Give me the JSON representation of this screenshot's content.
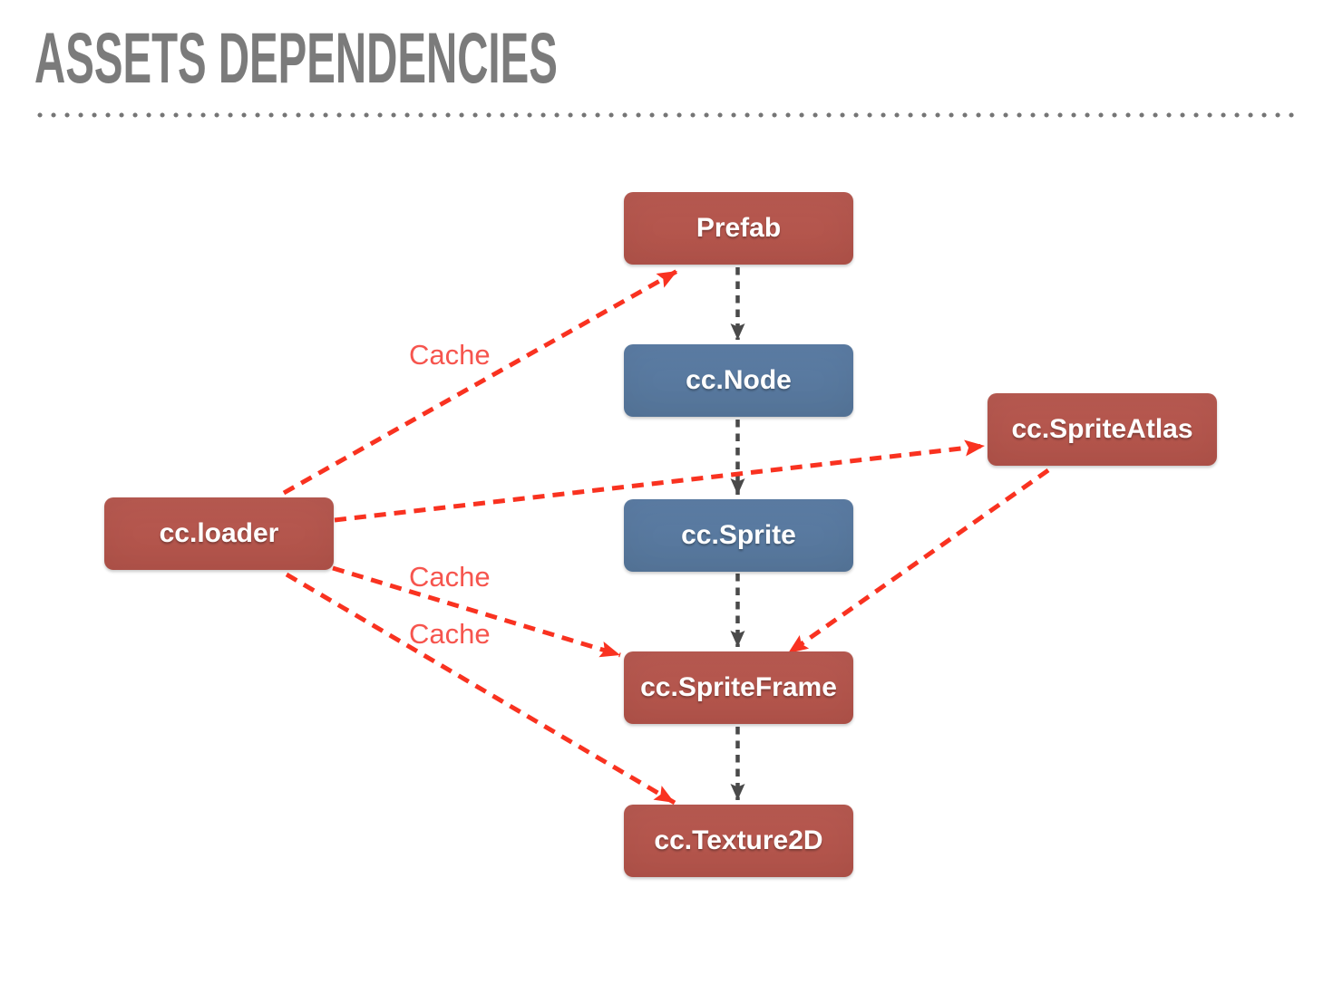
{
  "title": "ASSETS DEPENDENCIES",
  "colors": {
    "title": "#7b7b7b",
    "divider_dot": "#757575",
    "node_red": "#b5564d",
    "node_blue": "#587aa1",
    "node_text": "#ffffff",
    "arrow_red": "#f93220",
    "arrow_gray": "#4a4a4a",
    "cache_label": "#f6554e",
    "background": "#ffffff"
  },
  "diagram": {
    "nodes": [
      {
        "id": "prefab",
        "label": "Prefab",
        "color": "red"
      },
      {
        "id": "cc-node",
        "label": "cc.Node",
        "color": "blue"
      },
      {
        "id": "cc-sprite",
        "label": "cc.Sprite",
        "color": "blue"
      },
      {
        "id": "cc-spriteframe",
        "label": "cc.SpriteFrame",
        "color": "red"
      },
      {
        "id": "cc-texture2d",
        "label": "cc.Texture2D",
        "color": "red"
      },
      {
        "id": "cc-loader",
        "label": "cc.loader",
        "color": "red"
      },
      {
        "id": "cc-spriteatlas",
        "label": "cc.SpriteAtlas",
        "color": "red"
      }
    ],
    "edges": [
      {
        "from": "prefab",
        "to": "cc-node",
        "style": "gray-dashed",
        "label": ""
      },
      {
        "from": "cc-node",
        "to": "cc-sprite",
        "style": "gray-dashed",
        "label": ""
      },
      {
        "from": "cc-sprite",
        "to": "cc-spriteframe",
        "style": "gray-dashed",
        "label": ""
      },
      {
        "from": "cc-spriteframe",
        "to": "cc-texture2d",
        "style": "gray-dashed",
        "label": ""
      },
      {
        "from": "cc-loader",
        "to": "prefab",
        "style": "red-dashed",
        "label": "Cache"
      },
      {
        "from": "cc-loader",
        "to": "cc-spriteatlas",
        "style": "red-dashed",
        "label": ""
      },
      {
        "from": "cc-loader",
        "to": "cc-spriteframe",
        "style": "red-dashed",
        "label": "Cache"
      },
      {
        "from": "cc-loader",
        "to": "cc-texture2d",
        "style": "red-dashed",
        "label": "Cache"
      },
      {
        "from": "cc-spriteatlas",
        "to": "cc-spriteframe",
        "style": "red-dashed",
        "label": ""
      }
    ]
  }
}
